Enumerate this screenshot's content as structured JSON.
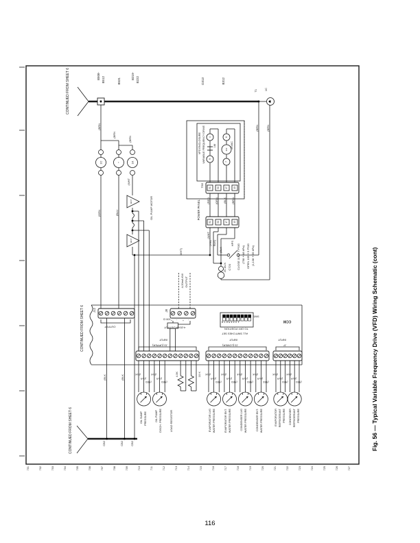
{
  "page": {
    "number": "116",
    "caption": "Fig. 56 — Typical Variable Frequency Drive (VFD) Wiring Schematic (cont)"
  },
  "ruler": {
    "start": 701,
    "count": 27
  },
  "bus": {
    "terminal": "43",
    "end_circle": "C1"
  },
  "contactors": [
    "1C",
    "*",
    "1K"
  ],
  "vfd": {
    "circle_top_left": "4",
    "circle_bottom_left": "9",
    "circle_top_right": "6",
    "circle_bottom_right": "7",
    "relay": "IFR"
  },
  "tb5_terminals": [
    "51",
    "50",
    "17",
    "13"
  ],
  "power_terminals": [
    "51",
    "50",
    "17",
    "13"
  ],
  "strips": {
    "j12": 6,
    "j8": 4,
    "j3u": 12,
    "j3l": 12,
    "j7": 6
  },
  "transducers": {
    "colors": [
      "(BLK",
      "(CLR",
      "(RED"
    ],
    "count": 8
  },
  "triangle_label": "WHT",
  "vlabels": [
    {
      "id": "contTop",
      "text": "CONTINUED FROM SHEET 6"
    },
    {
      "id": "b508",
      "text": "B508-"
    },
    {
      "id": "b512",
      "text": "B512"
    },
    {
      "id": "b531",
      "text": "B531"
    },
    {
      "id": "b219",
      "text": "B219-"
    },
    {
      "id": "b222",
      "text": "B222"
    },
    {
      "id": "d313",
      "text": "D313"
    },
    {
      "id": "b312",
      "text": "B312"
    },
    {
      "id": "t1",
      "text": "T1"
    },
    {
      "id": "c1w",
      "text": "1C"
    },
    {
      "id": "brnA",
      "text": "(BRN"
    },
    {
      "id": "brnB",
      "text": "(BRN"
    },
    {
      "id": "brnC",
      "text": "(BRN"
    },
    {
      "id": "ornA",
      "text": "(ORN"
    },
    {
      "id": "bluA",
      "text": "(BLU"
    },
    {
      "id": "whtA",
      "text": "(WHT"
    },
    {
      "id": "oilmotor",
      "text": "OIL PUMP MOTOR"
    },
    {
      "id": "vfdt1",
      "text": "VFD ENCLOSURE"
    },
    {
      "id": "vfdt2",
      "text": "VARIABLE FREQUENCY DRIVE"
    },
    {
      "id": "tb5",
      "text": "TB5"
    },
    {
      "id": "m1",
      "text": "1M"
    },
    {
      "id": "v24",
      "text": "24VAC"
    },
    {
      "id": "redA",
      "text": "(RED"
    },
    {
      "id": "ornB",
      "text": "(ORN"
    },
    {
      "id": "blkA",
      "text": "(BLK"
    },
    {
      "id": "brnD",
      "text": "(BRN"
    },
    {
      "id": "pwr",
      "text": "POWER PANEL"
    },
    {
      "id": "whtB",
      "text": "(WHT"
    },
    {
      "id": "whtC",
      "text": "WHT)"
    },
    {
      "id": "yelA",
      "text": "(YEL"
    },
    {
      "id": "blkB",
      "text": "BLK)"
    },
    {
      "id": "blkC",
      "text": "(BLK"
    },
    {
      "id": "hps",
      "text": "HPS"
    },
    {
      "id": "aux2c",
      "text": "2C AUX"
    },
    {
      "id": "c720",
      "text": "C720"
    },
    {
      "id": "cl1",
      "text": "CLOSE 110±7 PSIG"
    },
    {
      "id": "cl2",
      "text": "(758±48 kPa)"
    },
    {
      "id": "cl3",
      "text": "OPEN 165±5 PSIG"
    },
    {
      "id": "cl4",
      "text": "(1,138±35 kPa)"
    },
    {
      "id": "brnE",
      "text": "(BRN"
    },
    {
      "id": "brnF",
      "text": "(BRN"
    },
    {
      "id": "kw1",
      "text": "4-20mA KW"
    },
    {
      "id": "kw2",
      "text": "OUTPUT"
    },
    {
      "id": "contC",
      "text": "CONTINUED FROM SHEET 6"
    },
    {
      "id": "j12",
      "text": "J12"
    },
    {
      "id": "j8",
      "text": "J8"
    },
    {
      "id": "blkD",
      "text": "(BLK"
    },
    {
      "id": "blkE",
      "text": "(BLK"
    },
    {
      "id": "contB",
      "text": "CONTINUED FROM SHEET 6"
    },
    {
      "id": "cb2a",
      "text": "CB2"
    },
    {
      "id": "cb2b",
      "text": "CB2"
    },
    {
      "id": "cb2c",
      "text": "CB2"
    },
    {
      "id": "r43",
      "text": "4.3K"
    },
    {
      "id": "r10",
      "text": "10 K"
    },
    {
      "id": "loadr",
      "text": "LOAD RESISTOR"
    },
    {
      "id": "os1",
      "text": "OIL SUMP"
    },
    {
      "id": "os2",
      "text": "PRESSURE"
    },
    {
      "id": "op1",
      "text": "OIL PUMP"
    },
    {
      "id": "op2",
      "text": "DISCH. PRESSURE"
    },
    {
      "id": "el1",
      "text": "EVAPORATOR LVG"
    },
    {
      "id": "el2",
      "text": "WATER PRESSURE"
    },
    {
      "id": "ee1",
      "text": "EVAPORATOR ENT."
    },
    {
      "id": "ee2",
      "text": "WATER PRESSURE"
    },
    {
      "id": "clv1",
      "text": "CONDENSER LVG"
    },
    {
      "id": "clv2",
      "text": "WATER PRESSURE"
    },
    {
      "id": "ce1",
      "text": "CONDENSER ENT."
    },
    {
      "id": "ce2",
      "text": "WATER PRESSURE"
    },
    {
      "id": "er1",
      "text": "EVAPORATOR"
    },
    {
      "id": "er2",
      "text": "REFRIGERANT"
    },
    {
      "id": "er3",
      "text": "PRESSURE"
    },
    {
      "id": "cr1",
      "text": "CONDENSER"
    },
    {
      "id": "cr2",
      "text": "REFRIGERANT"
    },
    {
      "id": "cr3",
      "text": "PRESSURE"
    }
  ],
  "ulabels": [
    {
      "id": "in1",
      "text": "INPUT"
    },
    {
      "id": "j3u",
      "text": "J3 (UPPER)"
    },
    {
      "id": "in2",
      "text": "INPUT"
    },
    {
      "id": "j3l",
      "text": "J3 (LOWER)"
    },
    {
      "id": "in3",
      "text": "INPUT"
    },
    {
      "id": "j7",
      "text": "J7"
    },
    {
      "id": "out1",
      "text": "OUTPUT"
    },
    {
      "id": "out2",
      "text": "4-20mA OUTPUT"
    },
    {
      "id": "ohm",
      "text": "100 Ω"
    },
    {
      "id": "dipnums",
      "text": "1 2 3 4 5 6 7 8"
    },
    {
      "id": "sw1",
      "text": "SW1"
    },
    {
      "id": "note1",
      "text": "TO OFF POSITION"
    },
    {
      "id": "note2",
      "text": "ALL SWITCHES SET"
    },
    {
      "id": "ccm",
      "text": "CCM"
    },
    {
      "id": "p1",
      "text": "+"
    },
    {
      "id": "p2",
      "text": "-"
    },
    {
      "id": "p3",
      "text": "+"
    },
    {
      "id": "p4",
      "text": "-"
    }
  ]
}
